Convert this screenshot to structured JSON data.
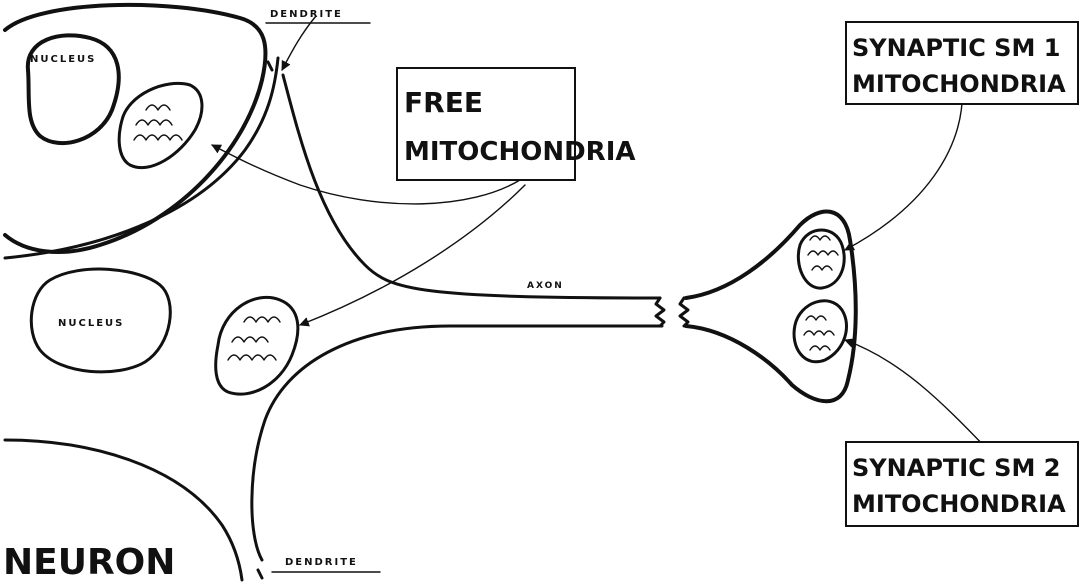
{
  "labels": {
    "dendrite_top": "DENDRITE",
    "dendrite_bottom": "DENDRITE",
    "nucleus_top": "NUCLEUS",
    "nucleus_middle": "NUCLEUS",
    "axon": "AXON",
    "neuron": "NEURON"
  },
  "boxes": {
    "free": {
      "line1": "FREE",
      "line2": "MITOCHONDRIA"
    },
    "sm1": {
      "line1": "SYNAPTIC SM 1",
      "line2": "MITOCHONDRIA"
    },
    "sm2": {
      "line1": "SYNAPTIC SM 2",
      "line2": "MITOCHONDRIA"
    }
  }
}
